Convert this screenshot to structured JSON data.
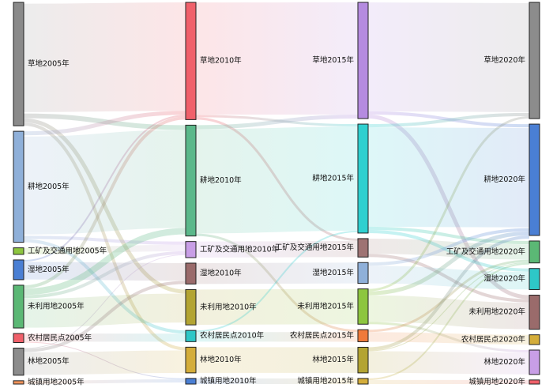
{
  "diagram": {
    "type": "sankey",
    "columns": [
      {
        "year": "2005",
        "nodes": [
          {
            "id": "grass-2005",
            "label": "草地2005年",
            "color": "#8a8a8a",
            "value": 150
          },
          {
            "id": "farm-2005",
            "label": "耕地2005年",
            "color": "#8fb0d9",
            "value": 135
          },
          {
            "id": "industry-2005",
            "label": "工矿及交通用地2005年",
            "color": "#8dc63f",
            "value": 8
          },
          {
            "id": "wet-2005",
            "label": "湿地2005年",
            "color": "#4a7fd4",
            "value": 24
          },
          {
            "id": "unused-2005",
            "label": "未利用地2005年",
            "color": "#5bb875",
            "value": 52
          },
          {
            "id": "rural-2005",
            "label": "农村居民点2005年",
            "color": "#f0606a",
            "value": 11
          },
          {
            "id": "forest-2005",
            "label": "林地2005年",
            "color": "#8c8c8c",
            "value": 33
          },
          {
            "id": "town-2005",
            "label": "城镇用地2005年",
            "color": "#f0935a",
            "value": 4
          }
        ]
      },
      {
        "year": "2010",
        "nodes": [
          {
            "id": "grass-2010",
            "label": "草地2010年",
            "color": "#f0606a",
            "value": 146
          },
          {
            "id": "farm-2010",
            "label": "耕地2010年",
            "color": "#5bb88a",
            "value": 138
          },
          {
            "id": "industry-2010",
            "label": "工矿及交通用地2010年",
            "color": "#c89ee6",
            "value": 20
          },
          {
            "id": "wet-2010",
            "label": "湿地2010年",
            "color": "#9a6b6b",
            "value": 26
          },
          {
            "id": "unused-2010",
            "label": "未利用地2010年",
            "color": "#b3a432",
            "value": 44
          },
          {
            "id": "rural-2010",
            "label": "农村居民点2010年",
            "color": "#2ec7c7",
            "value": 14
          },
          {
            "id": "forest-2010",
            "label": "林地2010年",
            "color": "#d4ad3a",
            "value": 32
          },
          {
            "id": "town-2010",
            "label": "城镇用地2010年",
            "color": "#4a7fd4",
            "value": 7
          }
        ]
      },
      {
        "year": "2015",
        "nodes": [
          {
            "id": "grass-2015",
            "label": "草地2015年",
            "color": "#b58be0",
            "value": 145
          },
          {
            "id": "farm-2015",
            "label": "耕地2015年",
            "color": "#2fd0d0",
            "value": 136
          },
          {
            "id": "industry-2015",
            "label": "工矿及交通用地2015年",
            "color": "#9e7373",
            "value": 23
          },
          {
            "id": "wet-2015",
            "label": "湿地2015年",
            "color": "#8fb0d9",
            "value": 26
          },
          {
            "id": "unused-2015",
            "label": "未利用地2015年",
            "color": "#8dc63f",
            "value": 44
          },
          {
            "id": "rural-2015",
            "label": "农村居民点2015年",
            "color": "#f07a3a",
            "value": 15
          },
          {
            "id": "forest-2015",
            "label": "林地2015年",
            "color": "#b3a432",
            "value": 32
          },
          {
            "id": "town-2015",
            "label": "城镇用地2015年",
            "color": "#d4ad3a",
            "value": 7
          }
        ]
      },
      {
        "year": "2020",
        "nodes": [
          {
            "id": "grass-2020",
            "label": "草地2020年",
            "color": "#8c8c8c",
            "value": 143
          },
          {
            "id": "farm-2020",
            "label": "耕地2020年",
            "color": "#4a7fd4",
            "value": 137
          },
          {
            "id": "industry-2020",
            "label": "工矿及交通用地2020年",
            "color": "#5bb875",
            "value": 27
          },
          {
            "id": "wet-2020",
            "label": "湿地2020年",
            "color": "#2ec7c7",
            "value": 26
          },
          {
            "id": "unused-2020",
            "label": "未利用地2020年",
            "color": "#9a6b6b",
            "value": 42
          },
          {
            "id": "rural-2020",
            "label": "农村居民点2020年",
            "color": "#d4ad3a",
            "value": 12
          },
          {
            "id": "forest-2020",
            "label": "林地2020年",
            "color": "#c89ee6",
            "value": 30
          },
          {
            "id": "town-2020",
            "label": "城镇用地2020年",
            "color": "#f0606a",
            "value": 5
          }
        ]
      }
    ],
    "links": [
      {
        "source": "grass-2005",
        "target": "grass-2010",
        "value": 135
      },
      {
        "source": "grass-2005",
        "target": "farm-2010",
        "value": 6
      },
      {
        "source": "grass-2005",
        "target": "unused-2010",
        "value": 5
      },
      {
        "source": "grass-2005",
        "target": "forest-2010",
        "value": 4
      },
      {
        "source": "farm-2005",
        "target": "farm-2010",
        "value": 122
      },
      {
        "source": "farm-2005",
        "target": "grass-2010",
        "value": 5
      },
      {
        "source": "farm-2005",
        "target": "industry-2010",
        "value": 4
      },
      {
        "source": "farm-2005",
        "target": "rural-2010",
        "value": 4
      },
      {
        "source": "industry-2005",
        "target": "industry-2010",
        "value": 8
      },
      {
        "source": "wet-2005",
        "target": "wet-2010",
        "value": 22
      },
      {
        "source": "wet-2005",
        "target": "grass-2010",
        "value": 2
      },
      {
        "source": "unused-2005",
        "target": "unused-2010",
        "value": 36
      },
      {
        "source": "unused-2005",
        "target": "farm-2010",
        "value": 8
      },
      {
        "source": "unused-2005",
        "target": "grass-2010",
        "value": 4
      },
      {
        "source": "unused-2005",
        "target": "industry-2010",
        "value": 4
      },
      {
        "source": "rural-2005",
        "target": "rural-2010",
        "value": 10
      },
      {
        "source": "rural-2005",
        "target": "town-2010",
        "value": 1
      },
      {
        "source": "forest-2005",
        "target": "forest-2010",
        "value": 28
      },
      {
        "source": "forest-2005",
        "target": "wet-2010",
        "value": 4
      },
      {
        "source": "forest-2005",
        "target": "industry-2010",
        "value": 1
      },
      {
        "source": "town-2005",
        "target": "town-2010",
        "value": 4
      },
      {
        "source": "grass-2010",
        "target": "grass-2015",
        "value": 140
      },
      {
        "source": "grass-2010",
        "target": "farm-2015",
        "value": 3
      },
      {
        "source": "grass-2010",
        "target": "industry-2015",
        "value": 3
      },
      {
        "source": "farm-2010",
        "target": "farm-2015",
        "value": 130
      },
      {
        "source": "farm-2010",
        "target": "grass-2015",
        "value": 5
      },
      {
        "source": "farm-2010",
        "target": "rural-2015",
        "value": 3
      },
      {
        "source": "industry-2010",
        "target": "industry-2015",
        "value": 20
      },
      {
        "source": "wet-2010",
        "target": "wet-2015",
        "value": 26
      },
      {
        "source": "unused-2010",
        "target": "unused-2015",
        "value": 44
      },
      {
        "source": "rural-2010",
        "target": "rural-2015",
        "value": 12
      },
      {
        "source": "rural-2010",
        "target": "farm-2015",
        "value": 2
      },
      {
        "source": "forest-2010",
        "target": "forest-2015",
        "value": 32
      },
      {
        "source": "town-2010",
        "target": "town-2015",
        "value": 7
      },
      {
        "source": "grass-2015",
        "target": "grass-2020",
        "value": 136
      },
      {
        "source": "grass-2015",
        "target": "farm-2020",
        "value": 4
      },
      {
        "source": "grass-2015",
        "target": "unused-2020",
        "value": 5
      },
      {
        "source": "farm-2015",
        "target": "farm-2020",
        "value": 124
      },
      {
        "source": "farm-2015",
        "target": "grass-2020",
        "value": 4
      },
      {
        "source": "farm-2015",
        "target": "wet-2020",
        "value": 4
      },
      {
        "source": "farm-2015",
        "target": "industry-2020",
        "value": 4
      },
      {
        "source": "industry-2015",
        "target": "industry-2020",
        "value": 19
      },
      {
        "source": "industry-2015",
        "target": "unused-2020",
        "value": 4
      },
      {
        "source": "wet-2015",
        "target": "wet-2020",
        "value": 22
      },
      {
        "source": "wet-2015",
        "target": "farm-2020",
        "value": 4
      },
      {
        "source": "unused-2015",
        "target": "unused-2020",
        "value": 33
      },
      {
        "source": "unused-2015",
        "target": "farm-2020",
        "value": 5
      },
      {
        "source": "unused-2015",
        "target": "grass-2020",
        "value": 3
      },
      {
        "source": "unused-2015",
        "target": "forest-2020",
        "value": 3
      },
      {
        "source": "rural-2015",
        "target": "rural-2020",
        "value": 12
      },
      {
        "source": "rural-2015",
        "target": "industry-2020",
        "value": 3
      },
      {
        "source": "forest-2015",
        "target": "forest-2020",
        "value": 27
      },
      {
        "source": "forest-2015",
        "target": "farm-2020",
        "value": 4
      },
      {
        "source": "forest-2015",
        "target": "industry-2020",
        "value": 1
      },
      {
        "source": "town-2015",
        "target": "town-2020",
        "value": 5
      },
      {
        "source": "town-2015",
        "target": "industry-2020",
        "value": 2
      }
    ]
  }
}
